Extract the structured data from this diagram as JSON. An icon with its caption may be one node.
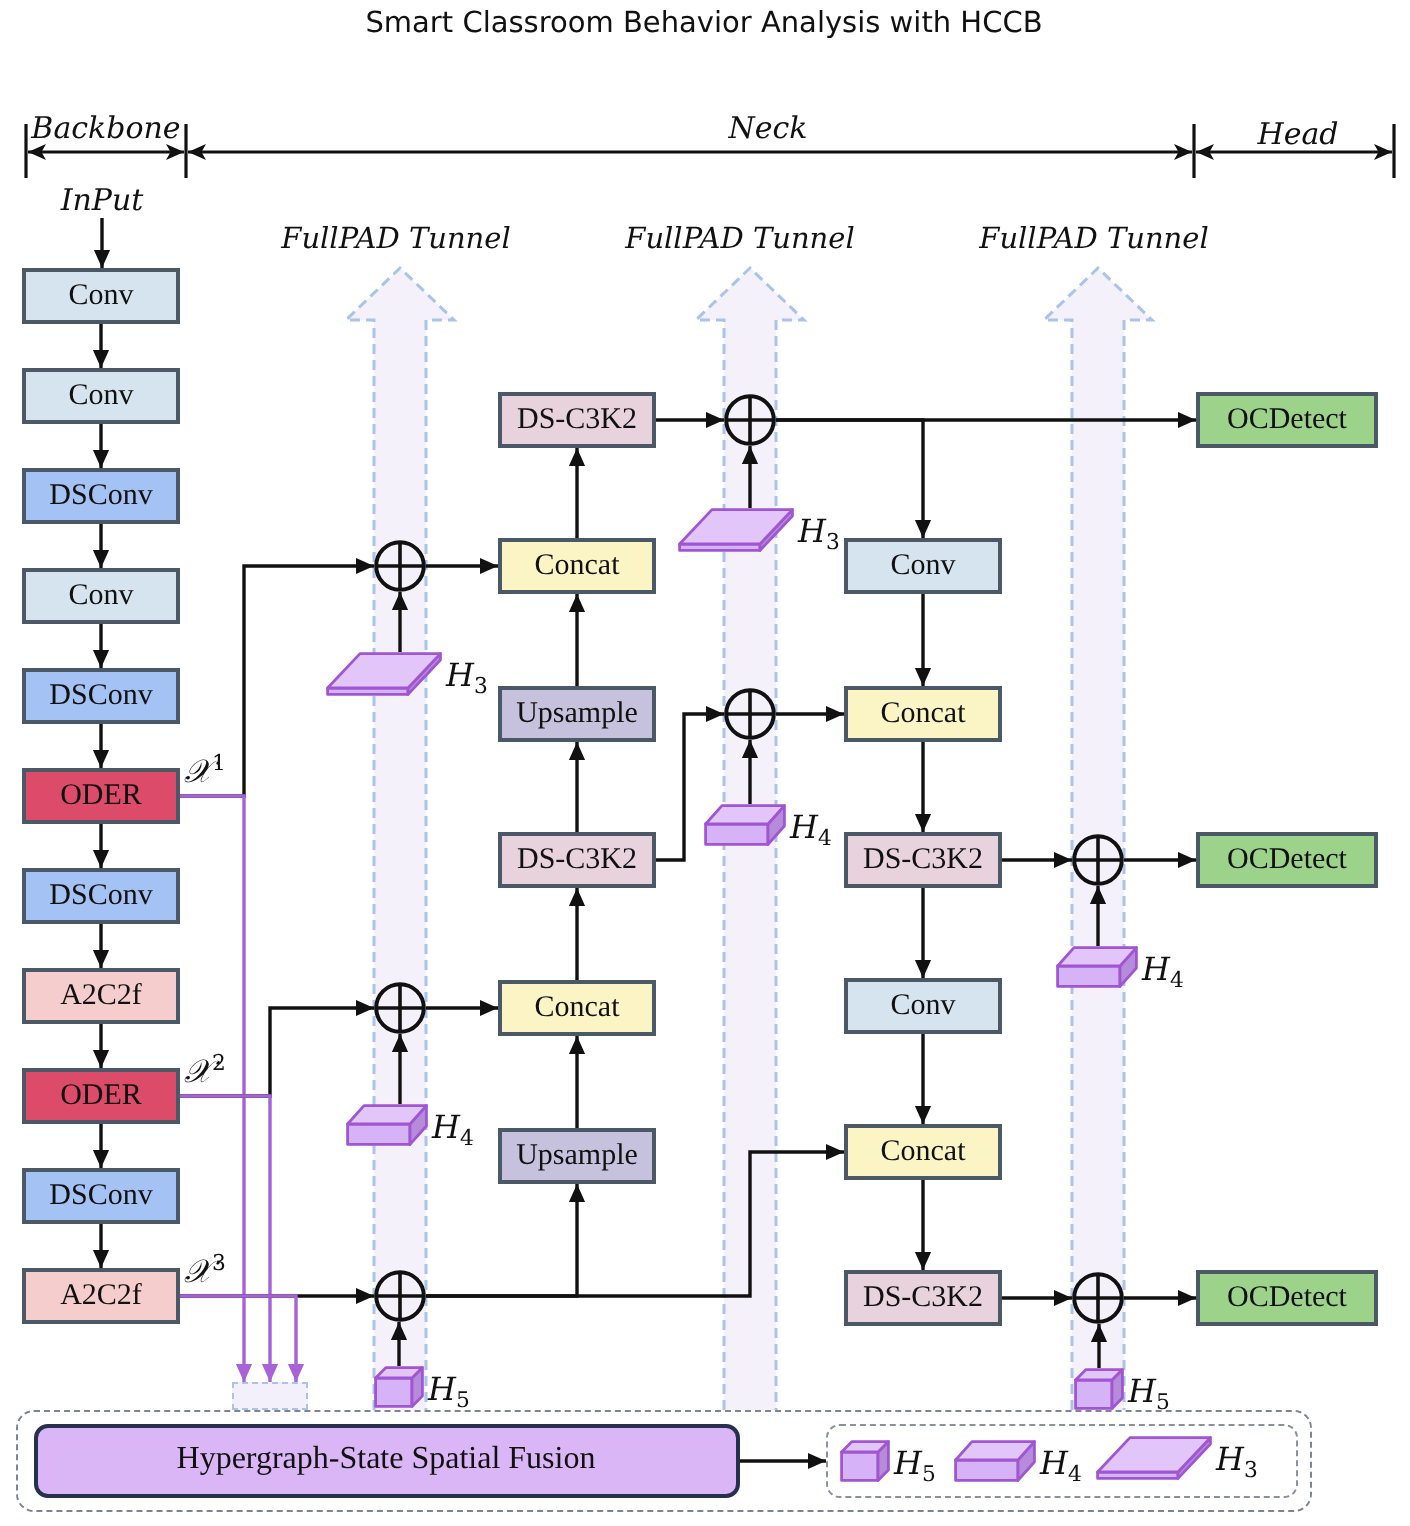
{
  "diagram": {
    "title": "Smart Classroom Behavior Analysis with HCCB",
    "nodes": [
      {
        "text": [
          "InPut"
        ]
      },
      {
        "text": [
          "Conv"
        ]
      },
      {
        "text": [
          "Conv"
        ]
      },
      {
        "text": [
          "DSConv"
        ]
      },
      {
        "text": [
          "Conv"
        ]
      },
      {
        "text": [
          "DSConv"
        ]
      },
      {
        "text": [
          "ODER"
        ]
      },
      {
        "text": [
          "DSConv"
        ]
      },
      {
        "text": [
          "A2C2f"
        ]
      },
      {
        "text": [
          "ODER"
        ]
      },
      {
        "text": [
          "DSConv"
        ]
      },
      {
        "text": [
          "A2C2f"
        ]
      },
      {
        "text": [
          "DS-C3K2"
        ]
      },
      {
        "text": [
          "Concat"
        ]
      },
      {
        "text": [
          "Upsample"
        ]
      },
      {
        "text": [
          "DS-C3K2"
        ]
      },
      {
        "text": [
          "Concat"
        ]
      },
      {
        "text": [
          "Upsample"
        ]
      },
      {
        "text": [],
        "shape": "circle"
      },
      {
        "text": [],
        "shape": "box",
        "beside": [
          "H$_{3}$"
        ]
      },
      {
        "text": [],
        "shape": "circle"
      },
      {
        "text": [],
        "shape": "box",
        "beside": [
          "H$_{4}$"
        ]
      },
      {
        "text": [],
        "shape": "circle"
      },
      {
        "text": [],
        "shape": "box",
        "beside": [
          "H$_{5}$"
        ]
      },
      {
        "text": [],
        "shape": "circle"
      },
      {
        "text": [],
        "shape": "box",
        "beside": [
          "H$_{3}$"
        ]
      },
      {
        "text": [],
        "shape": "circle"
      },
      {
        "text": [],
        "shape": "box",
        "beside": [
          "H$_{4}$"
        ]
      },
      {
        "text": [
          "Conv"
        ]
      },
      {
        "text": [
          "Concat"
        ]
      },
      {
        "text": [
          "DS-C3K2"
        ]
      },
      {
        "text": [
          "Conv"
        ]
      },
      {
        "text": [
          "Concat"
        ]
      },
      {
        "text": [
          "DS-C3K2"
        ]
      },
      {
        "text": [],
        "shape": "circle"
      },
      {
        "text": [],
        "shape": "box",
        "beside": [
          "H$_{4}$"
        ]
      },
      {
        "text": [],
        "shape": "circle"
      },
      {
        "text": [],
        "shape": "box",
        "beside": [
          "H$_{5}$"
        ]
      },
      {
        "text": [
          "OCDetect"
        ]
      },
      {
        "text": [
          "OCDetect"
        ]
      },
      {
        "text": [
          "OCDetect"
        ]
      },
      {
        "text": [],
        "shape": "box"
      },
      {
        "text": [],
        "shape": "box"
      },
      {
        "text": [
          "Hypergraph-State Spatial Fusion"
        ],
        "in": 42
      },
      {
        "text": [],
        "shape": "box",
        "in": 42
      },
      {
        "text": [],
        "shape": "box",
        "beside": [
          "H$_{5}$"
        ],
        "in": 44
      },
      {
        "text": [],
        "shape": "box",
        "beside": [
          "H$_{4}$"
        ],
        "in": 44
      },
      {
        "text": [],
        "shape": "box",
        "beside": [
          "H$_{3}$"
        ],
        "in": 44
      }
    ],
    "edges": [
      {
        "from": 0,
        "to": 1,
        "arrow": "to"
      },
      {
        "from": 1,
        "to": 2,
        "arrow": "to"
      },
      {
        "from": 2,
        "to": 3,
        "arrow": "to"
      },
      {
        "from": 3,
        "to": 4,
        "arrow": "to"
      },
      {
        "from": 4,
        "to": 5,
        "arrow": "to"
      },
      {
        "from": 5,
        "to": 6,
        "arrow": "to"
      },
      {
        "from": 6,
        "to": 7,
        "arrow": "to"
      },
      {
        "from": 7,
        "to": 8,
        "arrow": "to"
      },
      {
        "from": 8,
        "to": 9,
        "arrow": "to"
      },
      {
        "from": 9,
        "to": 10,
        "arrow": "to"
      },
      {
        "from": 10,
        "to": 11,
        "arrow": "to"
      },
      {
        "from": 6,
        "to": 18,
        "arrow": "to",
        "label": "𝒳$^{1}$"
      },
      {
        "from": 6,
        "to": 41,
        "arrow": "to",
        "color": "#a862d8"
      },
      {
        "from": 9,
        "to": 20,
        "arrow": "to",
        "label": "𝒳$^{2}$"
      },
      {
        "from": 9,
        "to": 41,
        "arrow": "to",
        "color": "#a862d8"
      },
      {
        "from": 11,
        "to": 22,
        "arrow": "to",
        "label": "𝒳$^{3}$"
      },
      {
        "from": 11,
        "to": 41,
        "arrow": "to",
        "color": "#a862d8"
      },
      {
        "from": 19,
        "to": 18,
        "arrow": "to"
      },
      {
        "from": 21,
        "to": 20,
        "arrow": "to"
      },
      {
        "from": 23,
        "to": 22,
        "arrow": "to"
      },
      {
        "from": 18,
        "to": 13,
        "arrow": "to"
      },
      {
        "from": 20,
        "to": 16,
        "arrow": "to"
      },
      {
        "from": 22,
        "to": 17,
        "arrow": "to"
      },
      {
        "from": 22,
        "to": 32,
        "arrow": "to"
      },
      {
        "from": 17,
        "to": 16,
        "arrow": "to"
      },
      {
        "from": 16,
        "to": 15,
        "arrow": "to"
      },
      {
        "from": 15,
        "to": 14,
        "arrow": "to"
      },
      {
        "from": 14,
        "to": 13,
        "arrow": "to"
      },
      {
        "from": 13,
        "to": 12,
        "arrow": "to"
      },
      {
        "from": 12,
        "to": 24,
        "arrow": "to"
      },
      {
        "from": 15,
        "to": 26,
        "arrow": "to"
      },
      {
        "from": 25,
        "to": 24,
        "arrow": "to"
      },
      {
        "from": 27,
        "to": 26,
        "arrow": "to"
      },
      {
        "from": 24,
        "to": 38,
        "arrow": "to"
      },
      {
        "from": 24,
        "to": 28,
        "arrow": "to"
      },
      {
        "from": 26,
        "to": 29,
        "arrow": "to"
      },
      {
        "from": 28,
        "to": 29,
        "arrow": "to"
      },
      {
        "from": 29,
        "to": 30,
        "arrow": "to"
      },
      {
        "from": 30,
        "to": 31,
        "arrow": "to"
      },
      {
        "from": 31,
        "to": 32,
        "arrow": "to"
      },
      {
        "from": 32,
        "to": 33,
        "arrow": "to"
      },
      {
        "from": 30,
        "to": 34,
        "arrow": "to"
      },
      {
        "from": 35,
        "to": 34,
        "arrow": "to"
      },
      {
        "from": 34,
        "to": 39,
        "arrow": "to"
      },
      {
        "from": 33,
        "to": 36,
        "arrow": "to"
      },
      {
        "from": 37,
        "to": 36,
        "arrow": "to"
      },
      {
        "from": 36,
        "to": 40,
        "arrow": "to"
      },
      {
        "from": 43,
        "to": 44,
        "arrow": "to"
      }
    ],
    "labels": [
      "Backbone",
      "Neck",
      "Head",
      "FullPAD Tunnel",
      "FullPAD Tunnel",
      "FullPAD Tunnel"
    ]
  }
}
